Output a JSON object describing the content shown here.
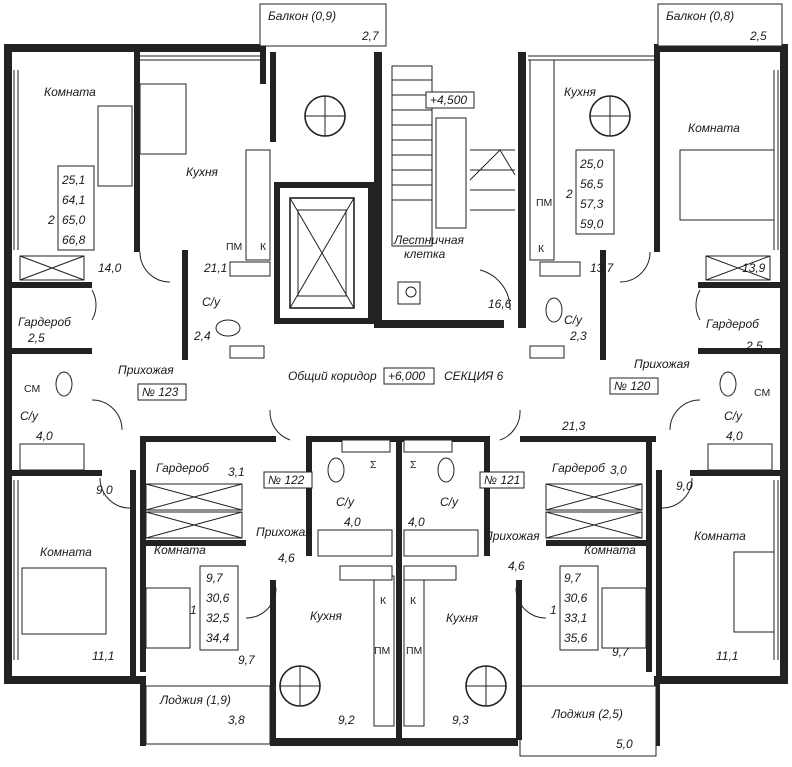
{
  "balconies": {
    "left": {
      "label": "Балкон (0,9)",
      "area": "2,7"
    },
    "right": {
      "label": "Балкон (0,8)",
      "area": "2,5"
    }
  },
  "loggias": {
    "left": {
      "label": "Лоджия (1,9)",
      "area": "3,8"
    },
    "right": {
      "label": "Лоджия (2,5)",
      "area": "5,0"
    }
  },
  "stairs": {
    "level": "+4,500",
    "label_line1": "Лестничная",
    "label_line2": "клетка",
    "area": "16,6"
  },
  "corridor": {
    "label": "Общий коридор",
    "level": "+6,000",
    "section": "СЕКЦИЯ 6",
    "area": "21,3"
  },
  "apartments": {
    "a123": {
      "number": "№ 123",
      "rooms": "2",
      "areas": [
        "25,1",
        "64,1",
        "65,0",
        "66,8"
      ],
      "room_label": "Комната",
      "room_area": "14,0",
      "kitchen_label": "Кухня",
      "kitchen_area": "21,1",
      "bath_label": "С/у",
      "bath_area": "2,4",
      "wardrobe_label": "Гардероб",
      "wardrobe_area": "2,5",
      "hall_label": "Прихожая",
      "bath2_label": "С/у",
      "bath2_area": "4,0"
    },
    "a120": {
      "number": "№ 120",
      "rooms": "2",
      "areas": [
        "25,0",
        "56,5",
        "57,3",
        "59,0"
      ],
      "kitchen_label": "Кухня",
      "kitchen_area": "13,7",
      "room_label": "Комната",
      "room_area": "13,9",
      "bath_label": "С/у",
      "bath_area": "2,3",
      "wardrobe_label": "Гардероб",
      "wardrobe_area": "2,5",
      "hall_label": "Прихожая",
      "bath2_label": "С/у",
      "bath2_area": "4,0"
    },
    "a122": {
      "number": "№ 122",
      "rooms": "1",
      "areas": [
        "9,7",
        "30,6",
        "32,5",
        "34,4"
      ],
      "wardrobe_label": "Гардероб",
      "wardrobe_area": "3,1",
      "hall_label": "Прихожая",
      "hall_area": "4,6",
      "room_label": "Комната",
      "room_area": "9,7",
      "bath_label": "С/у",
      "bath_area": "4,0",
      "kitchen_label": "Кухня",
      "kitchen_area": "9,2",
      "left_room_label": "Комната",
      "left_room_area": "11,1",
      "corr_area": "9,0"
    },
    "a121": {
      "number": "№ 121",
      "rooms": "1",
      "areas": [
        "9,7",
        "30,6",
        "33,1",
        "35,6"
      ],
      "wardrobe_label": "Гардероб",
      "wardrobe_area": "3,0",
      "hall_label": "Прихожая",
      "hall_area": "4,6",
      "room_label": "Комната",
      "room_area": "9,7",
      "bath_label": "С/у",
      "bath_area": "4,0",
      "kitchen_label": "Кухня",
      "kitchen_area": "9,3",
      "right_room_label": "Комната",
      "right_room_area": "11,1",
      "corr_area": "9,0"
    }
  },
  "fixtures": {
    "fridge": "ПМ",
    "stove": "К",
    "sink_letter": "Σ",
    "washer": "СМ"
  }
}
